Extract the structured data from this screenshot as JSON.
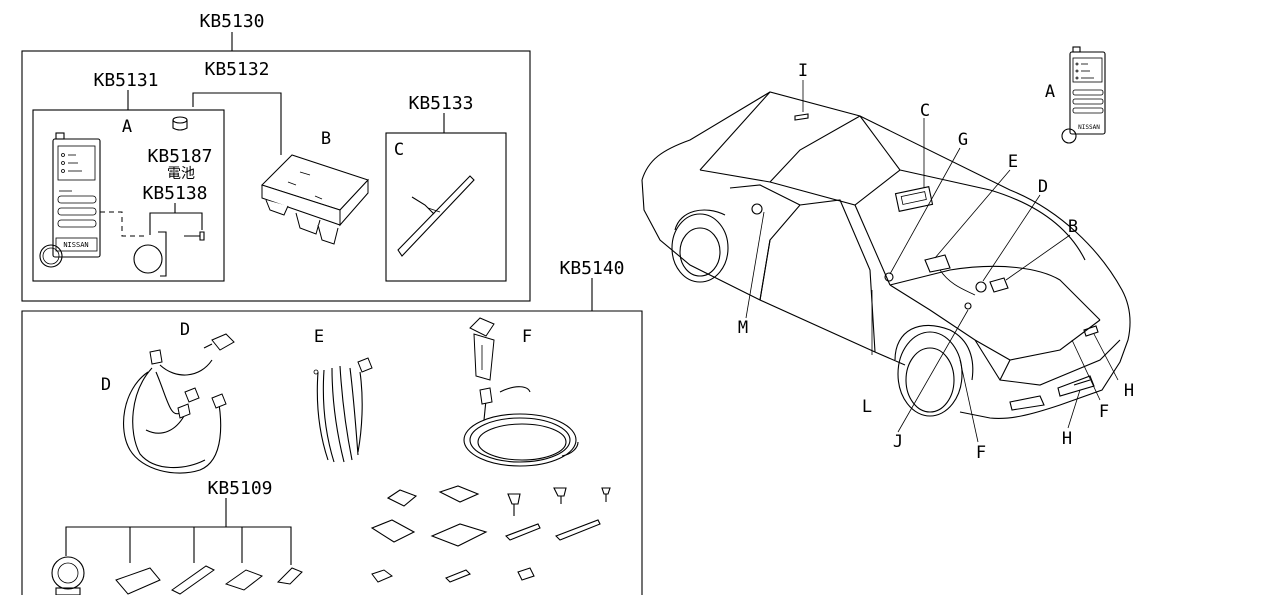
{
  "kits": {
    "kb5130": "KB5130",
    "kb5131": "KB5131",
    "kb5132": "KB5132",
    "kb5133": "KB5133",
    "kb5187": "KB5187",
    "kb5138": "KB5138",
    "kb5140": "KB5140",
    "kb5109": "KB5109"
  },
  "battery_label": "電池",
  "remote_brand": "NISSAN",
  "letters": {
    "a": "A",
    "b": "B",
    "c": "C",
    "d": "D",
    "e": "E",
    "f": "F",
    "g": "G",
    "h": "H",
    "i": "I",
    "j": "J",
    "l": "L",
    "m": "M"
  }
}
